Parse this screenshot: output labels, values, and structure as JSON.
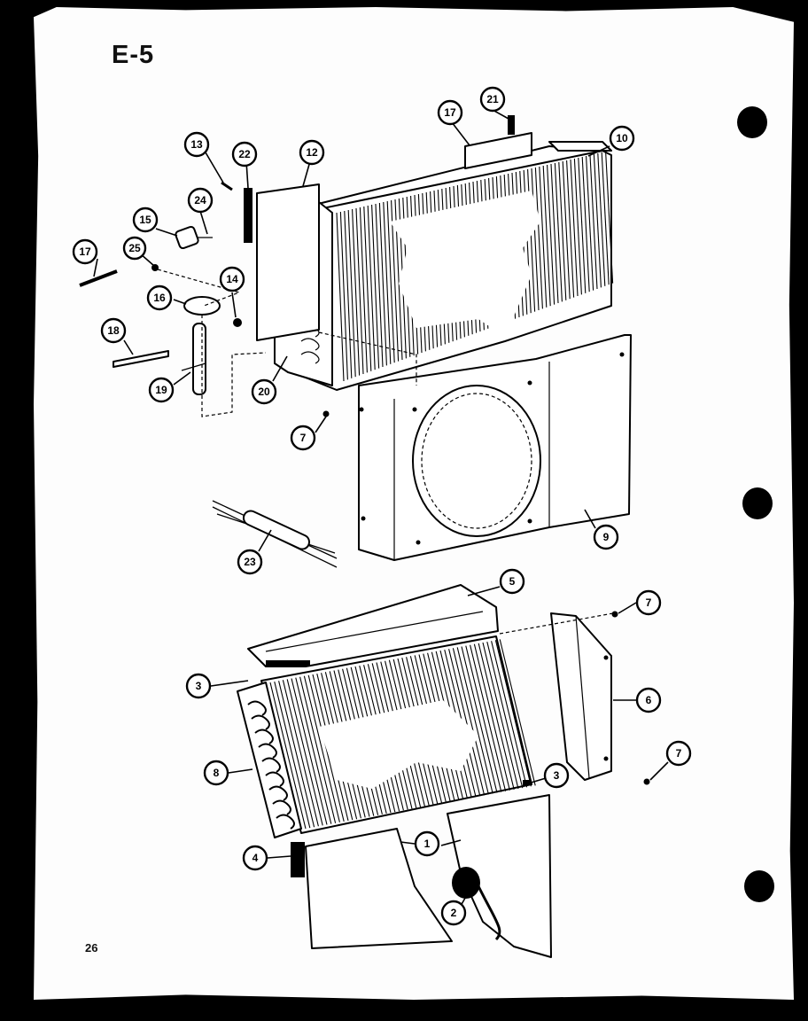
{
  "page": {
    "label": "E-5",
    "number": "26"
  },
  "callouts": [
    {
      "id": "c1",
      "label": "1"
    },
    {
      "id": "c2",
      "label": "2"
    },
    {
      "id": "c3a",
      "label": "3"
    },
    {
      "id": "c3b",
      "label": "3"
    },
    {
      "id": "c4",
      "label": "4"
    },
    {
      "id": "c5",
      "label": "5"
    },
    {
      "id": "c6",
      "label": "6"
    },
    {
      "id": "c7a",
      "label": "7"
    },
    {
      "id": "c7b",
      "label": "7"
    },
    {
      "id": "c7c",
      "label": "7"
    },
    {
      "id": "c8",
      "label": "8"
    },
    {
      "id": "c9",
      "label": "9"
    },
    {
      "id": "c10",
      "label": "10"
    },
    {
      "id": "c12",
      "label": "12"
    },
    {
      "id": "c13",
      "label": "13"
    },
    {
      "id": "c14",
      "label": "14"
    },
    {
      "id": "c15",
      "label": "15"
    },
    {
      "id": "c16",
      "label": "16"
    },
    {
      "id": "c17a",
      "label": "17"
    },
    {
      "id": "c17b",
      "label": "17"
    },
    {
      "id": "c18",
      "label": "18"
    },
    {
      "id": "c19",
      "label": "19"
    },
    {
      "id": "c20",
      "label": "20"
    },
    {
      "id": "c21",
      "label": "21"
    },
    {
      "id": "c22",
      "label": "22"
    },
    {
      "id": "c23",
      "label": "23"
    },
    {
      "id": "c24",
      "label": "24"
    },
    {
      "id": "c25",
      "label": "25"
    }
  ]
}
